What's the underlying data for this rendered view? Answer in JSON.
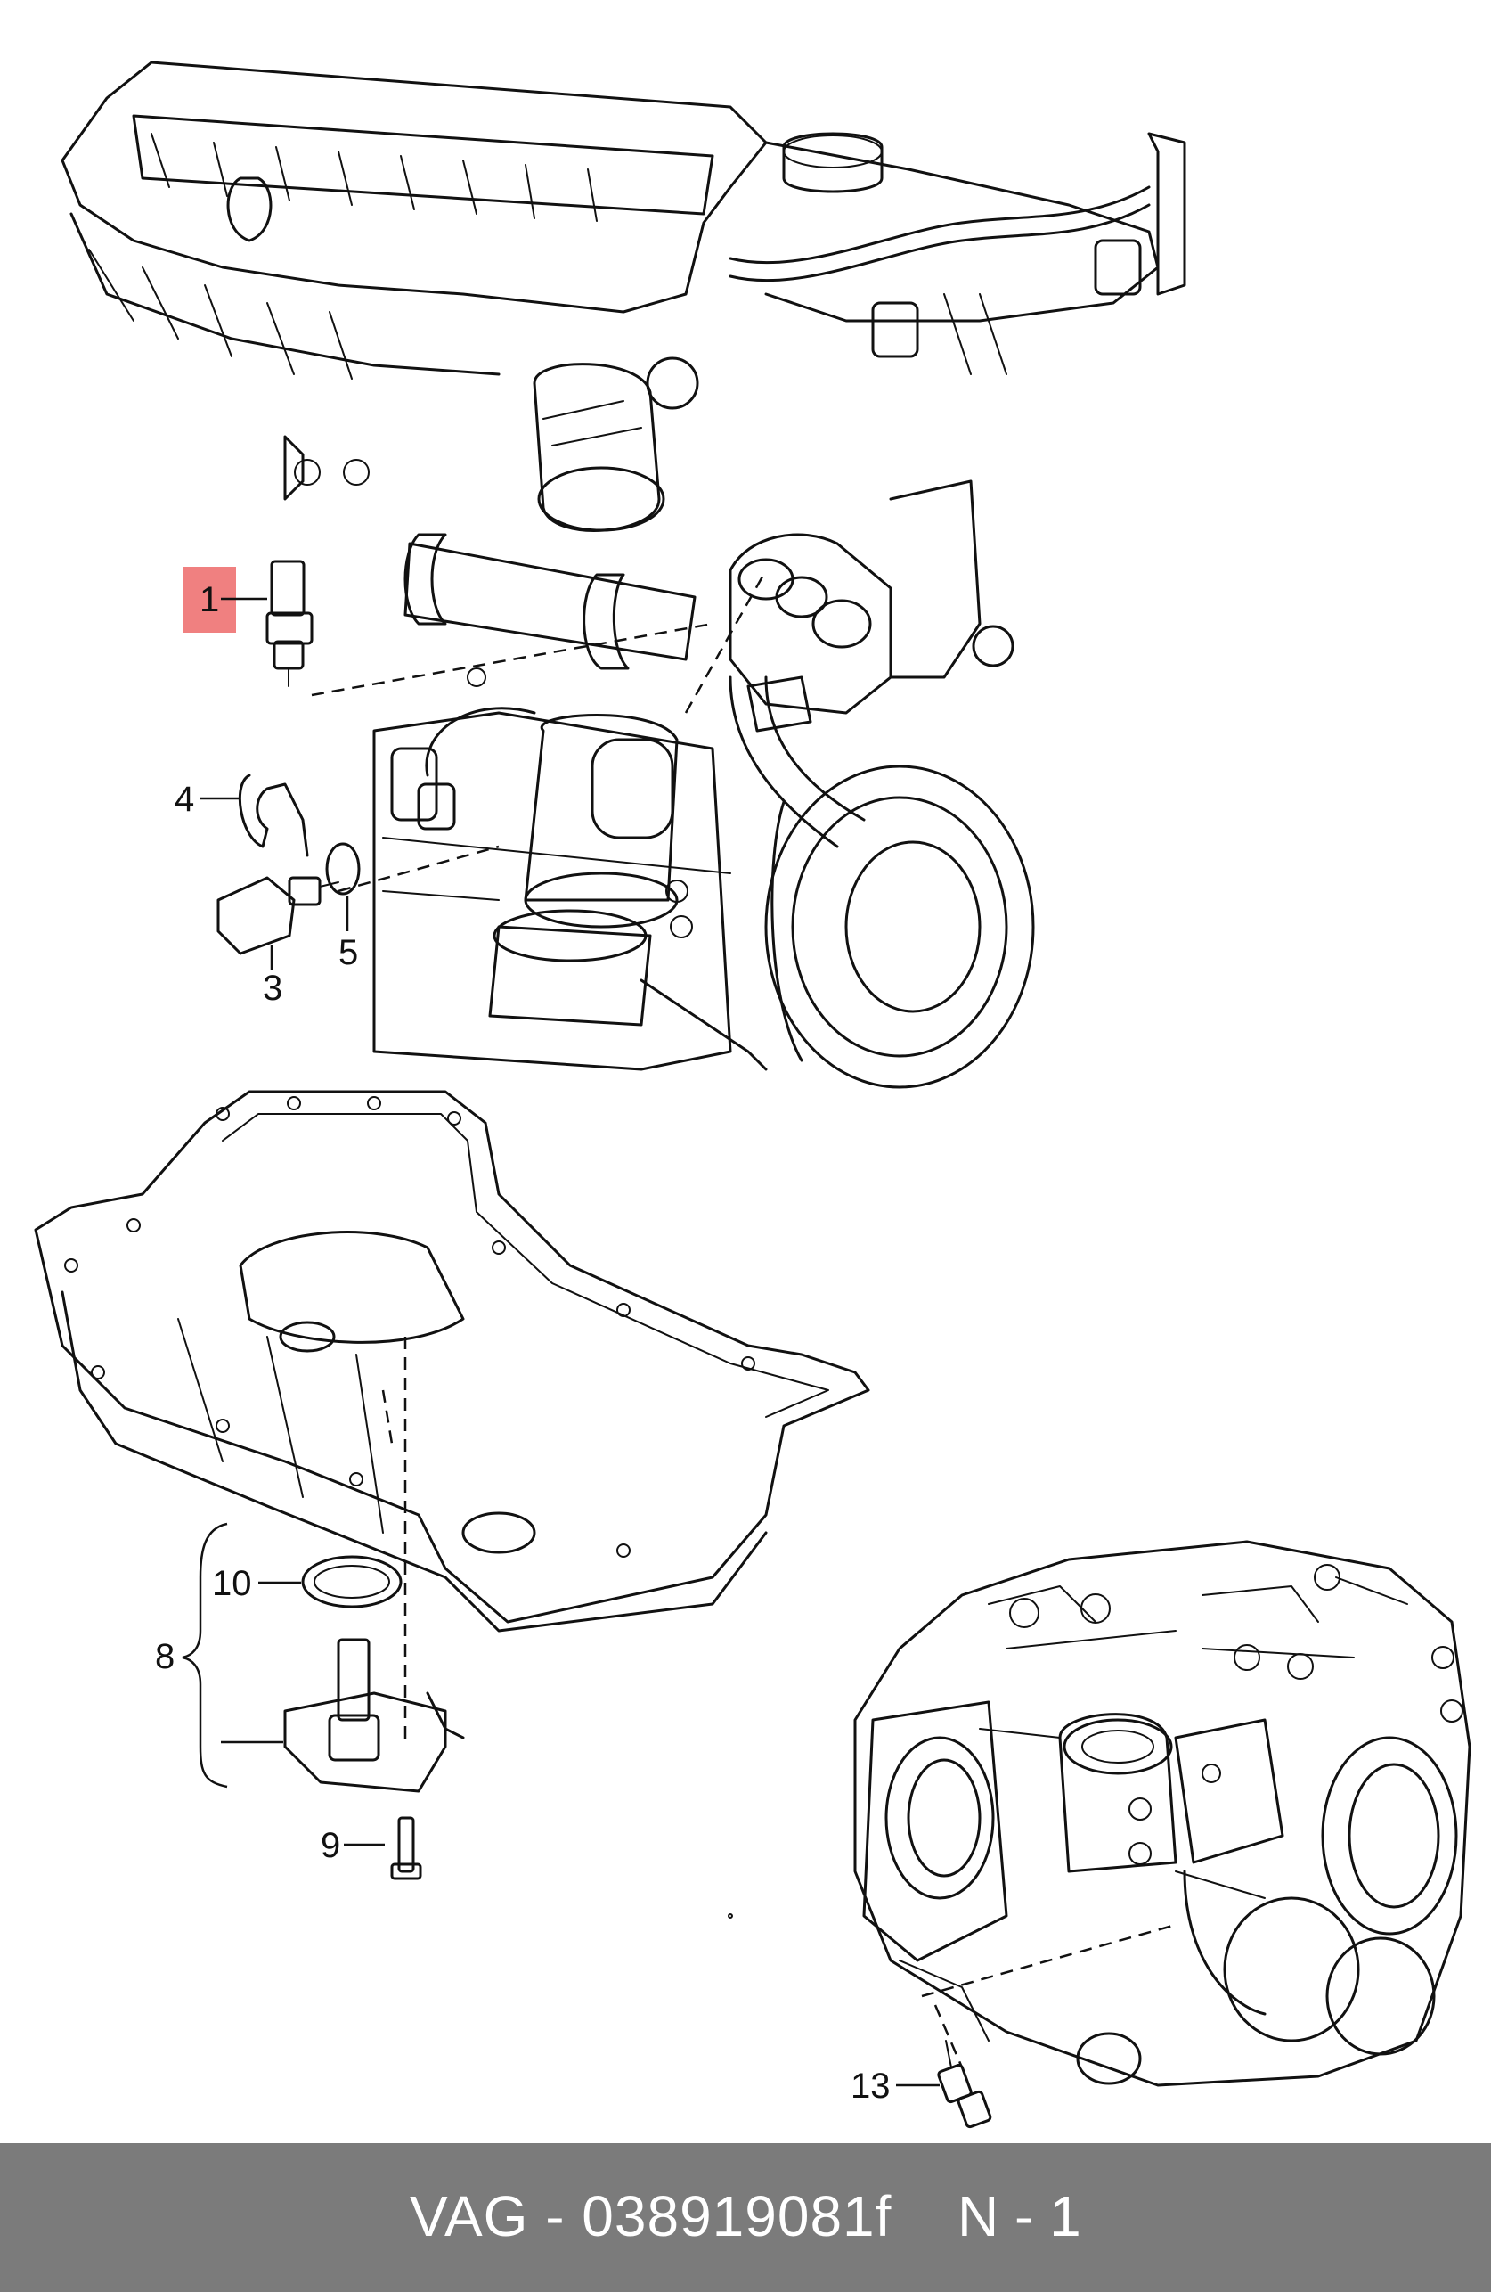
{
  "callouts": {
    "c1": "1",
    "c3": "3",
    "c4": "4",
    "c5": "5",
    "c8": "8",
    "c9": "9",
    "c10": "10",
    "c13": "13"
  },
  "footer": {
    "part_reference": "VAG - 038919081f",
    "page_label": "N - 1"
  },
  "colors": {
    "highlight": "#f08080",
    "footer_bg": "#7b7b7b",
    "line": "#111111"
  }
}
